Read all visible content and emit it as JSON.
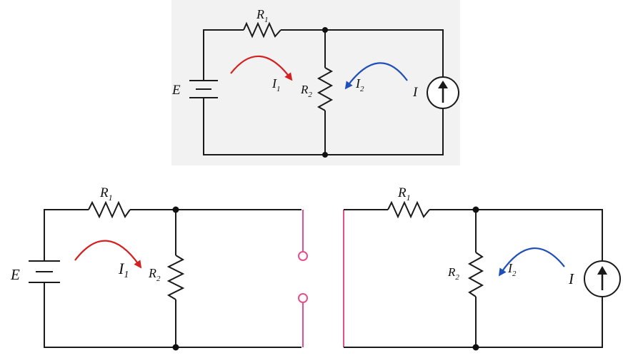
{
  "colors": {
    "wire": "#1a1a1a",
    "loop_current_1": "#d42020",
    "loop_current_2": "#1f4fb8",
    "open_terminals": "#e4508a",
    "panel_background": "#f2f2f2"
  },
  "top_circuit": {
    "r1": {
      "main": "R",
      "sub": "1"
    },
    "r2": {
      "main": "R",
      "sub": "2"
    },
    "source_e": "E",
    "current_source": "I",
    "loop_i1": {
      "main": "I",
      "sub": "1"
    },
    "loop_i2": {
      "main": "I",
      "sub": "2"
    }
  },
  "left_circuit": {
    "r1": {
      "main": "R",
      "sub": "1"
    },
    "r2": {
      "main": "R",
      "sub": "2"
    },
    "source_e": "E",
    "loop_i1": {
      "main": "I",
      "sub": "1"
    }
  },
  "right_circuit": {
    "r1": {
      "main": "R",
      "sub": "1"
    },
    "r2": {
      "main": "R",
      "sub": "2"
    },
    "current_source": "I",
    "loop_i2": {
      "main": "I",
      "sub": "2"
    }
  }
}
